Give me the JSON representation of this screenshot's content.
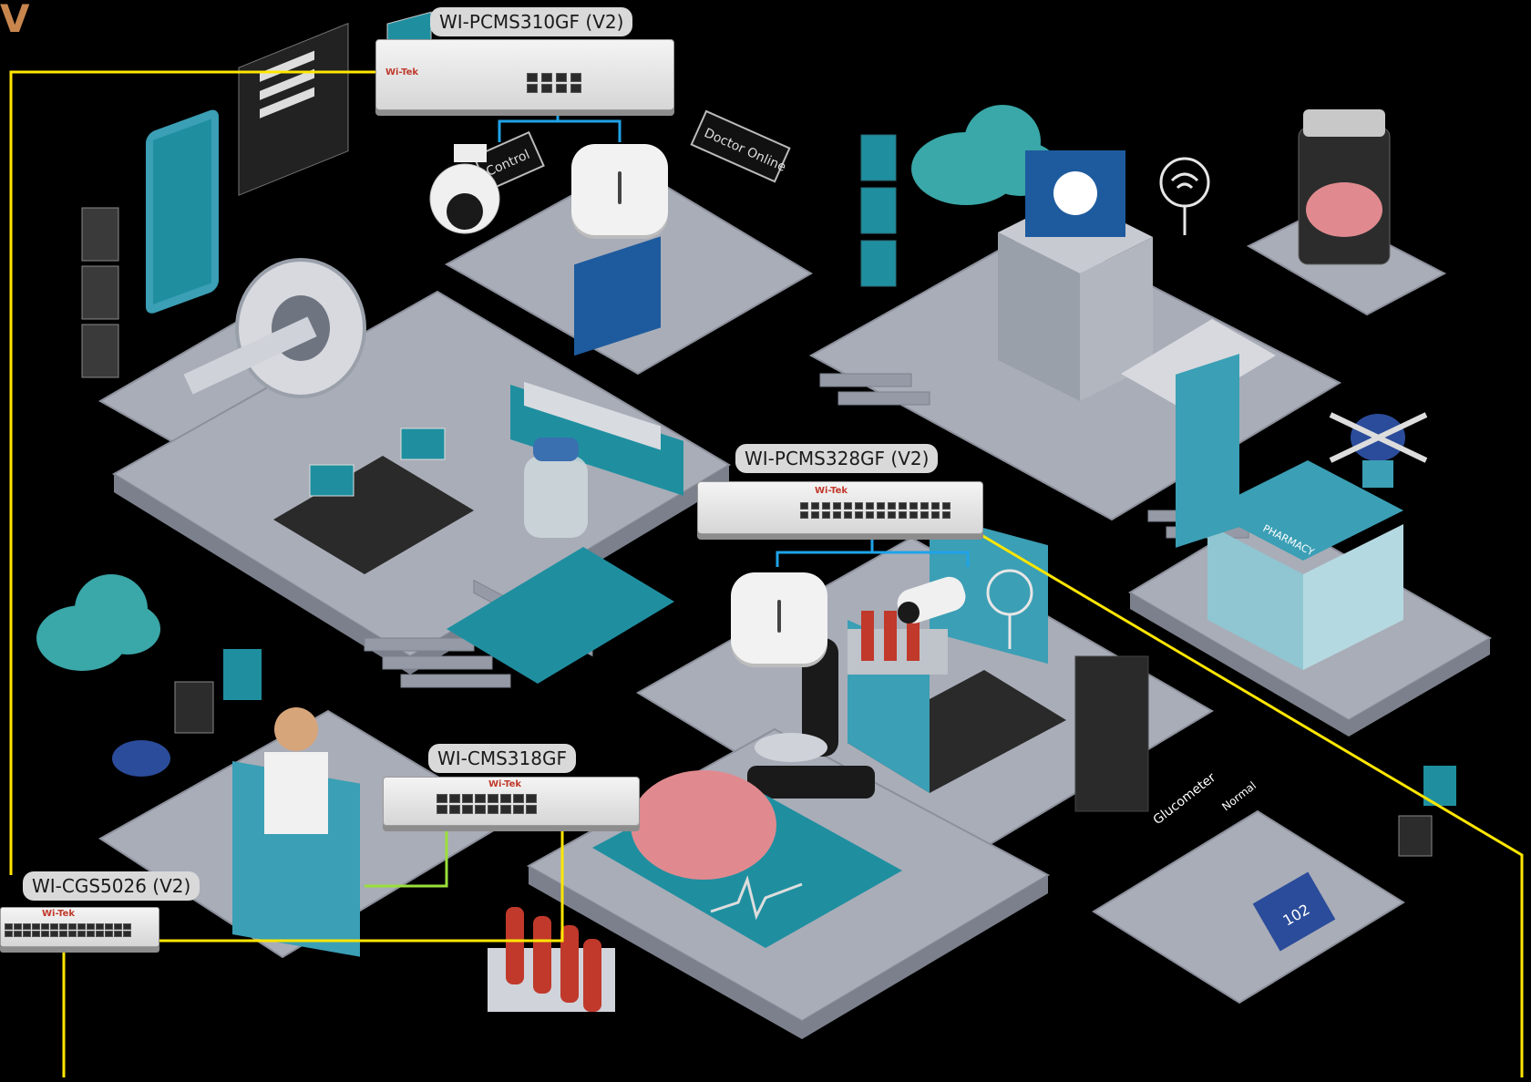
{
  "corner_mark": "V",
  "devices": [
    {
      "id": "sw1",
      "label": "WI-PCMS310GF (V2)",
      "brand": "Wi-Tek"
    },
    {
      "id": "sw2",
      "label": "WI-PCMS328GF (V2)",
      "brand": "Wi-Tek"
    },
    {
      "id": "sw3",
      "label": "WI-CMS318GF",
      "brand": "Wi-Tek"
    },
    {
      "id": "sw4",
      "label": "WI-CGS5026 (V2)",
      "brand": "Wi-Tek"
    }
  ],
  "signs": {
    "doctor_online": "Doctor Online",
    "control": "Control",
    "pharmacy": "PHARMACY",
    "glucometer": "Glucometer",
    "sugar_normal": "Normal",
    "reading": "102"
  },
  "colors": {
    "background": "#000000",
    "uplink_line": "#ffe600",
    "access_line": "#1fa3e8",
    "green_line": "#9be03a",
    "platform": "#a9adb8",
    "platform_dark": "#7b808c",
    "teal": "#1f8fa0",
    "cloud": "#3aa7a8"
  }
}
